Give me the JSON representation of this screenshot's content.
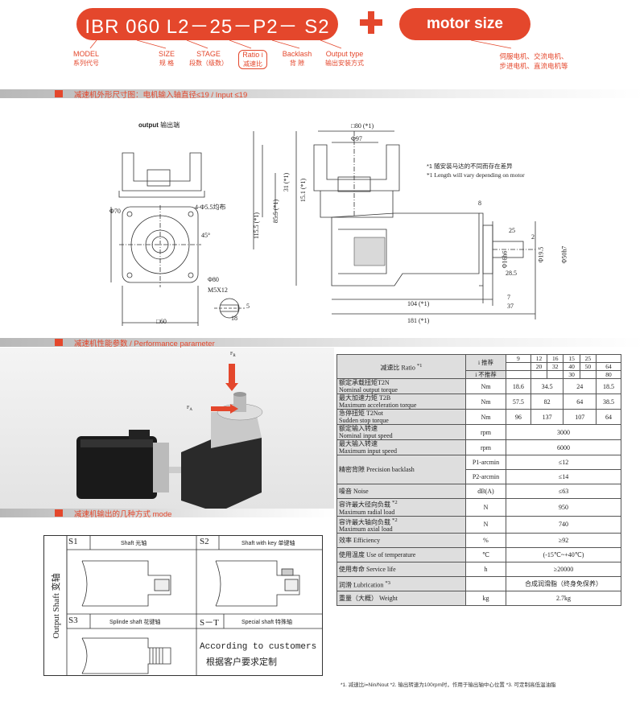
{
  "header": {
    "model_code": "IBR 060 L2－25－P2－ S2",
    "motor_size": "motor size",
    "labels": [
      {
        "en": "MODEL",
        "zh": "系列代号"
      },
      {
        "en": "SIZE",
        "zh": "规 格"
      },
      {
        "en": "STAGE",
        "zh": "段数（级数）"
      },
      {
        "en": "Ratio i",
        "zh": "减速比"
      },
      {
        "en": "Backlash",
        "zh": "背 隙"
      },
      {
        "en": "Output type",
        "zh": "输出安装方式"
      }
    ],
    "motor_types_line1": "伺服电机、交流电机、",
    "motor_types_line2": "步进电机、直流电机等"
  },
  "sections": {
    "dimension": "减速机外形尺寸图：电机输入轴直径≤19 / Input ≤19",
    "performance": "减速机性能参数 / Performance parameter",
    "output_mode": "减速机输出的几种方式 mode"
  },
  "drawing": {
    "output_label": "output",
    "output_label_zh": "输出端",
    "note1_zh": "*1  随安装马达的不同而存在差异",
    "note1_en": "*1 Length will vary depending on motor",
    "dims": {
      "d70": "Φ70",
      "holes": "4-Φ5.5均布",
      "angle": "45°",
      "d80": "Φ80",
      "m5": "M5X12",
      "sq60": "□60",
      "s18": "18",
      "s5": "5",
      "sq80": "□80 (*1)",
      "d97": "Φ97",
      "h31": "31 (*1)",
      "h151": "15.1 (*1)",
      "h855": "85.5 (*1)",
      "h1155": "115.5 (*1)",
      "s8": "8",
      "s25": "25",
      "s2": "2",
      "d16": "Φ16h6",
      "d195": "Φ19.5",
      "d50": "Φ50h7",
      "s285": "28.5",
      "s104": "104 (*1)",
      "s7": "7",
      "s37": "37",
      "s181": "181 (*1)"
    },
    "force_fr": "F",
    "force_fa": "F"
  },
  "performance_table": {
    "ratio_label": "减速比 Ratio",
    "ratio_note": "*1",
    "recommended": "i 推荐",
    "not_recommended": "i 不推荐",
    "ratios_row1": [
      "9",
      "12",
      "16",
      "15",
      "25",
      ""
    ],
    "ratios_row2": [
      "",
      "20",
      "32",
      "40",
      "50",
      "64"
    ],
    "ratios_row3": [
      "",
      "",
      "",
      "30",
      "",
      "80"
    ],
    "rows": [
      {
        "zh": "额定承载扭矩T2N",
        "en": "Nominal output torque",
        "unit": "Nm",
        "vals": [
          "18.6",
          "34.5",
          "24",
          "18.5"
        ]
      },
      {
        "zh": "最大加速力矩 T2B",
        "en": "Maximum acceleration torque",
        "unit": "Nm",
        "vals": [
          "57.5",
          "82",
          "64",
          "38.5"
        ]
      },
      {
        "zh": "急停扭矩 T2Not",
        "en": "Sudden stop torque",
        "unit": "Nm",
        "vals": [
          "96",
          "137",
          "107",
          "64"
        ]
      },
      {
        "zh": "额定输入转速",
        "en": "Nominal input speed",
        "unit": "rpm",
        "vals": [
          "3000"
        ]
      },
      {
        "zh": "最大输入转速",
        "en": "Maximum input speed",
        "unit": "rpm",
        "vals": [
          "6000"
        ]
      }
    ],
    "backlash_label": "精密背隙 Precision backlash",
    "p1": "P1-arcmin",
    "p1_val": "≤12",
    "p2": "P2-arcmin",
    "p2_val": "≤14",
    "noise": {
      "label": "噪音 Noise",
      "unit": "dB(A)",
      "val": "≤63"
    },
    "radial": {
      "zh": "容许最大径向负载",
      "en": "Maximum radial load",
      "note": "*2",
      "unit": "N",
      "val": "950"
    },
    "axial": {
      "zh": "容许最大轴向负载",
      "en": "Maximum axial load",
      "note": "*2",
      "unit": "N",
      "val": "740"
    },
    "efficiency": {
      "label": "效率 Efficiency",
      "unit": "%",
      "val": "≥92"
    },
    "temp": {
      "label": "使用温度 Use of temperature",
      "unit": "℃",
      "val": "(-15℃~+40℃)"
    },
    "life": {
      "label": "使用寿命 Service life",
      "unit": "h",
      "val": "≥20000"
    },
    "lube": {
      "label": "润滑 Lubrication",
      "note": "*3",
      "unit": "",
      "val": "合成润滑脂（终身免保养）"
    },
    "weight": {
      "label": "重量（大概） Weight",
      "unit": "kg",
      "val": "2.7kg"
    }
  },
  "footnote": "*1. 减速比i=Nin/Nout   *2. 输出转速为100rpm时，作用于输出轴中心位置    *3. 可定制高低温油脂",
  "output_modes": {
    "vertical": "Output Shaft  变轴",
    "s1": "S1",
    "s1_desc": "Shaft 光轴",
    "s2": "S2",
    "s2_desc": "Shaft with key 单键轴",
    "s3": "S3",
    "s3_desc": "Splinde shaft 花键轴",
    "st": "S－T",
    "st_desc": "Special shaft 特殊轴",
    "custom_en": "According to customers",
    "custom_zh": "根据客户要求定制"
  },
  "colors": {
    "accent": "#e4472c",
    "table_header": "#dedede"
  }
}
